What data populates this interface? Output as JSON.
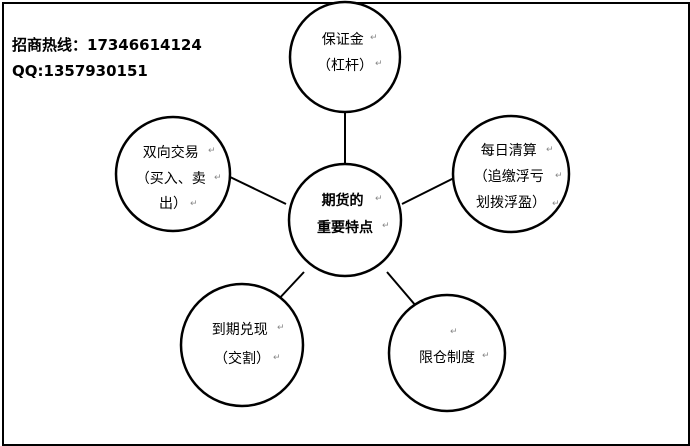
{
  "contact": {
    "hotline": "招商热线：17346614124",
    "qq": "QQ:1357930151"
  },
  "diagram": {
    "center": {
      "lines": [
        "期货的",
        "重要特点"
      ]
    },
    "nodes": [
      {
        "id": "margin",
        "lines": [
          "保证金",
          "（杠杆）"
        ]
      },
      {
        "id": "two-way",
        "lines": [
          "双向交易",
          "（买入、卖",
          "出）"
        ]
      },
      {
        "id": "daily-settle",
        "lines": [
          "每日清算",
          "（追缴浮亏",
          "划拨浮盈）"
        ]
      },
      {
        "id": "delivery",
        "lines": [
          "到期兑现",
          "（交割）"
        ]
      },
      {
        "id": "position-limit",
        "lines": [
          "限仓制度"
        ]
      }
    ]
  },
  "colors": {
    "stroke": "#000000",
    "fill": "#ffffff",
    "mark": "#888888"
  }
}
